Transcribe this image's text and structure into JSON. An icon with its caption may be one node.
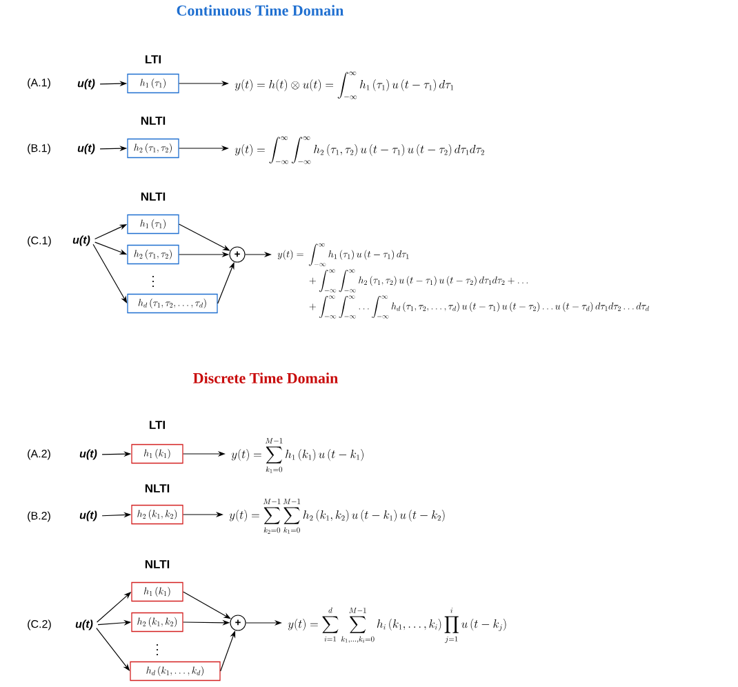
{
  "diagram": {
    "nodes": [
      {
        "text": [
          "u(t)"
        ]
      },
      {
        "text": [
          "h_1\\left(\\tau_1\\right)"
        ]
      },
      {
        "text": [
          "y(t) = h(t) \\otimes u(t) = \\int_{-\\infty}^{\\infty} h_1\\left(\\tau_1\\right) u\\left(t-\\tau_1\\right) d\\tau_1"
        ]
      },
      {
        "text": [
          "u(t)"
        ]
      },
      {
        "text": [
          "h_2\\left(\\tau_1,\\tau_2\\right)"
        ]
      },
      {
        "text": [
          "y(t) = \\int_{-\\infty}^{\\infty}\\int_{-\\infty}^{\\infty} h_2\\left(\\tau_1,\\tau_2\\right) u\\left(t-\\tau_1\\right) u\\left(t-\\tau_2\\right) d\\tau_1 d\\tau_2"
        ]
      },
      {
        "text": [
          "u(t)"
        ]
      },
      {
        "text": [
          "h_1\\left(\\tau_1\\right)"
        ]
      },
      {
        "text": [
          "h_2\\left(\\tau_1,\\tau_2\\right)"
        ]
      },
      {
        "text": [
          "h_d\\left(\\tau_1,\\tau_2,\\ldots,\\tau_d\\right)"
        ]
      },
      {
        "text": [
          "+"
        ]
      },
      {
        "text": [
          "\\begin{aligned}[t] y(t) = {} & \\int_{-\\infty}^{\\infty} h_1\\left(\\tau_1\\right) u\\left(t-\\tau_1\\right) d\\tau_1 \\\\ & + \\int_{-\\infty}^{\\infty}\\int_{-\\infty}^{\\infty} h_2\\left(\\tau_1,\\tau_2\\right) u\\left(t-\\tau_1\\right) u\\left(t-\\tau_2\\right) d\\tau_1 d\\tau_2 + \\ldots \\\\ & + \\int_{-\\infty}^{\\infty}\\int_{-\\infty}^{\\infty}\\ldots\\int_{-\\infty}^{\\infty} h_d\\left(\\tau_1,\\tau_2,\\ldots,\\tau_d\\right) u\\left(t-\\tau_1\\right) u\\left(t-\\tau_2\\right)\\ldots u\\left(t-\\tau_d\\right) d\\tau_1 d\\tau_2\\ldots d\\tau_d \\end{aligned}"
        ]
      },
      {
        "text": [
          "u(t)"
        ]
      },
      {
        "text": [
          "h_1\\left(k_1\\right)"
        ]
      },
      {
        "text": [
          "y(t) = \\sum_{k_1=0}^{M-1} h_1\\left(k_1\\right) u\\left(t-k_1\\right)"
        ]
      },
      {
        "text": [
          "u(t)"
        ]
      },
      {
        "text": [
          "h_2\\left(k_1,k_2\\right)"
        ]
      },
      {
        "text": [
          "y(t) = \\sum_{k_2=0}^{M-1}\\sum_{k_1=0}^{M-1} h_2\\left(k_1,k_2\\right) u\\left(t-k_1\\right) u\\left(t-k_2\\right)"
        ]
      },
      {
        "text": [
          "u(t)"
        ]
      },
      {
        "text": [
          "h_1\\left(k_1\\right)"
        ]
      },
      {
        "text": [
          "h_2\\left(k_1,k_2\\right)"
        ]
      },
      {
        "text": [
          "h_d\\left(k_1,\\ldots,k_d\\right)"
        ]
      },
      {
        "text": [
          "+"
        ]
      },
      {
        "text": [
          "y(t) = \\sum_{i=1}^{d}\\sum_{k_1,\\ldots,k_i=0}^{M-1} h_i\\left(k_1,\\ldots,k_i\\right) \\prod_{j=1}^{i} u\\left(t-k_j\\right)"
        ]
      }
    ],
    "edges": [
      {
        "from": 0,
        "to": 1,
        "arrow": "to"
      },
      {
        "from": 1,
        "to": 2,
        "arrow": "to"
      },
      {
        "from": 3,
        "to": 4,
        "arrow": "to"
      },
      {
        "from": 4,
        "to": 5,
        "arrow": "to"
      },
      {
        "from": 6,
        "to": 7,
        "arrow": "to"
      },
      {
        "from": 6,
        "to": 8,
        "arrow": "to"
      },
      {
        "from": 6,
        "to": 9,
        "arrow": "to"
      },
      {
        "from": 7,
        "to": 10,
        "arrow": "to"
      },
      {
        "from": 8,
        "to": 10,
        "arrow": "to"
      },
      {
        "from": 9,
        "to": 10,
        "arrow": "to"
      },
      {
        "from": 10,
        "to": 11,
        "arrow": "to"
      },
      {
        "from": 12,
        "to": 13,
        "arrow": "to"
      },
      {
        "from": 13,
        "to": 14,
        "arrow": "to"
      },
      {
        "from": 15,
        "to": 16,
        "arrow": "to"
      },
      {
        "from": 16,
        "to": 17,
        "arrow": "to"
      },
      {
        "from": 18,
        "to": 19,
        "arrow": "to"
      },
      {
        "from": 18,
        "to": 20,
        "arrow": "to"
      },
      {
        "from": 18,
        "to": 21,
        "arrow": "to"
      },
      {
        "from": 19,
        "to": 22,
        "arrow": "to"
      },
      {
        "from": 20,
        "to": 22,
        "arrow": "to"
      },
      {
        "from": 21,
        "to": 22,
        "arrow": "to"
      },
      {
        "from": 22,
        "to": 23,
        "arrow": "to"
      }
    ],
    "labels": [
      "Continuous Time Domain",
      "LTI",
      "(A.1)",
      "NLTI",
      "(B.1)",
      "NLTI",
      "(C.1)",
      "Discrete Time Domain",
      "LTI",
      "(A.2)",
      "NLTI",
      "(B.2)",
      "NLTI",
      "(C.2)"
    ]
  }
}
